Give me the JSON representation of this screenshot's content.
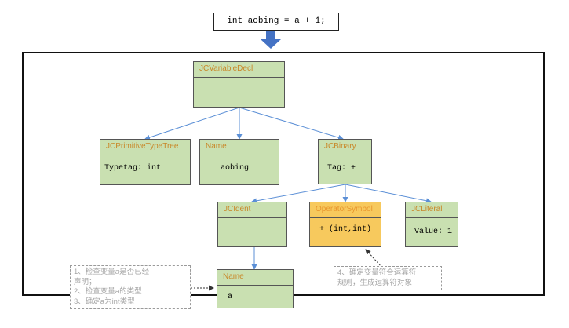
{
  "code": "int aobing = a + 1;",
  "colors": {
    "node_fill": "#c9e0b1",
    "node_orange_fill": "#f7c95d",
    "title_text": "#c9882a",
    "edge": "#5b8fd6",
    "arrow": "#4472c4"
  },
  "nodes": {
    "var_decl": {
      "title": "JCVariableDecl",
      "body": ""
    },
    "primitive": {
      "title": "JCPrimitiveTypeTree",
      "body": "Typetag: int"
    },
    "name_top": {
      "title": "Name",
      "body": "aobing"
    },
    "binary": {
      "title": "JCBinary",
      "body": "Tag: +"
    },
    "ident": {
      "title": "JCIdent",
      "body": ""
    },
    "operator": {
      "title": "OperatorSymbol",
      "body": "+ (int,int)"
    },
    "literal": {
      "title": "JCLiteral",
      "body": "Value: 1"
    },
    "name_bottom": {
      "title": "Name",
      "body": "a"
    }
  },
  "notes": {
    "left": [
      "1、检查变量a是否已经",
      "声明；",
      "2、检查变量a的类型",
      "3、确定a为int类型"
    ],
    "right": [
      "4、确定变量符合运算符",
      "规则，生成运算符对象"
    ]
  }
}
